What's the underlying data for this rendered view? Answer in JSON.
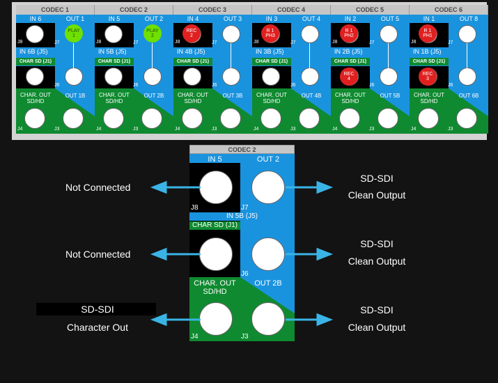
{
  "panel": {
    "codecs": [
      {
        "title": "CODEC 1",
        "in_label": "IN 6",
        "out_label": "OUT 1",
        "in_b_label": "IN 6B (J5)",
        "char_sd": "CHAR SD (J1)",
        "out_b_label": "OUT 1B",
        "char_out": "CHAR. OUT\nSD/HD",
        "jacks": {
          "j8": "J8",
          "j7": "J7",
          "j6": "J6",
          "j4": "J4",
          "j3": "J3"
        },
        "led_top": {
          "text": "PLAY\n1",
          "color": "#6fe000",
          "text_color": "#1a4d00"
        },
        "led_mid": null
      },
      {
        "title": "CODEC 2",
        "in_label": "IN 5",
        "out_label": "OUT 2",
        "in_b_label": "IN 5B (J5)",
        "char_sd": "CHAR SD (J1)",
        "out_b_label": "OUT 2B",
        "char_out": "CHAR. OUT\nSD/HD",
        "jacks": {
          "j8": "J8",
          "j7": "J7",
          "j6": "J6",
          "j4": "J4",
          "j3": "J3"
        },
        "led_top": {
          "text": "PLAY\n2",
          "color": "#6fe000",
          "text_color": "#1a4d00"
        },
        "led_mid": null
      },
      {
        "title": "CODEC 3",
        "in_label": "IN 4",
        "out_label": "OUT 3",
        "in_b_label": "IN 4B (J5)",
        "char_sd": "CHAR SD (J1)",
        "out_b_label": "OUT 3B",
        "char_out": "CHAR. OUT\nSD/HD",
        "jacks": {
          "j8": "J8",
          "j7": "J7",
          "j6": "J6",
          "j4": "J4",
          "j3": "J3"
        },
        "led_top": {
          "text": "REC\n2",
          "color": "#e02020",
          "text_color": "#ffffff",
          "pos": "in"
        },
        "led_mid": null
      },
      {
        "title": "CODEC 4",
        "in_label": "IN 3",
        "out_label": "OUT 4",
        "in_b_label": "IN 3B (J5)",
        "char_sd": "CHAR SD (J1)",
        "out_b_label": "OUT 4B",
        "char_out": "CHAR. OUT\nSD/HD",
        "jacks": {
          "j8": "J8",
          "j7": "J7",
          "j6": "J6",
          "j4": "J4",
          "j3": "J3"
        },
        "led_top": {
          "text": "R 1\nPH3",
          "color": "#e02020",
          "text_color": "#ffffff",
          "pos": "in"
        },
        "led_mid": null
      },
      {
        "title": "CODEC 5",
        "in_label": "IN 2",
        "out_label": "OUT 5",
        "in_b_label": "IN 2B (J5)",
        "char_sd": "CHAR SD (J1)",
        "out_b_label": "OUT 5B",
        "char_out": "CHAR. OUT\nSD/HD",
        "jacks": {
          "j8": "J8",
          "j7": "J7",
          "j6": "J6",
          "j4": "J4",
          "j3": "J3"
        },
        "led_top": {
          "text": "R 1\nPH2",
          "color": "#e02020",
          "text_color": "#ffffff",
          "pos": "in"
        },
        "led_mid": {
          "text": "REC\n4",
          "color": "#e02020",
          "text_color": "#ffffff"
        }
      },
      {
        "title": "CODEC 6",
        "in_label": "IN 1",
        "out_label": "OUT 8",
        "in_b_label": "IN 1B (J5)",
        "char_sd": "CHAR SD (J1)",
        "out_b_label": "OUT 6B",
        "char_out": "CHAR. OUT\nSD/HD",
        "jacks": {
          "j8": "J8",
          "j7": "J7",
          "j6": "J6",
          "j4": "J4",
          "j3": "J3"
        },
        "led_top": {
          "text": "R 1\nPH1",
          "color": "#e02020",
          "text_color": "#ffffff",
          "pos": "in"
        },
        "led_mid": {
          "text": "REC\n3",
          "color": "#e02020",
          "text_color": "#ffffff"
        }
      }
    ]
  },
  "detail": {
    "title": "CODEC 2",
    "in_label": "IN 5",
    "out_label": "OUT 2",
    "in_b_label": "IN 5B (J5)",
    "char_sd": "CHAR SD (J1)",
    "out_b_label": "OUT 2B",
    "char_out": "CHAR. OUT\nSD/HD",
    "jacks": {
      "j8": "J8",
      "j7": "J7",
      "j6": "J6",
      "j4": "J4",
      "j3": "J3"
    }
  },
  "annotations": {
    "left_1": "Not Connected",
    "left_2": "Not Connected",
    "left_3_line1": "SD-SDI",
    "left_3_line2": "Character Out",
    "right_1_line1": "SD-SDI",
    "right_1_line2": "Clean Output",
    "right_2_line1": "SD-SDI",
    "right_2_line2": "Clean Output",
    "right_3_line1": "SD-SDI",
    "right_3_line2": "Clean Output"
  },
  "colors": {
    "arrow": "#3ab4e6",
    "panel_blue": "#1a93df",
    "green": "#0f8a30"
  }
}
